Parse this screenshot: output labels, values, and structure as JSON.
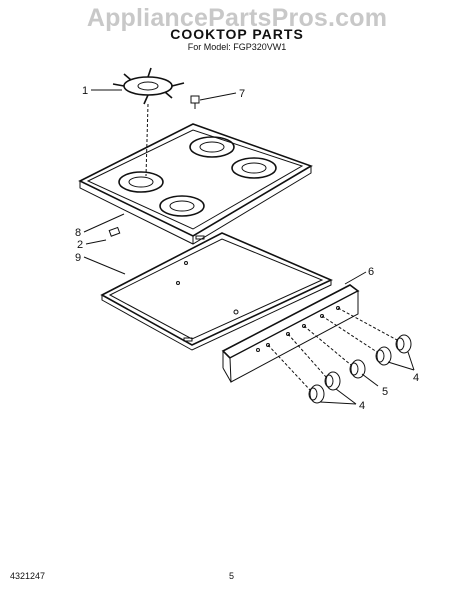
{
  "watermark": "AppliancePartsPros.com",
  "title": "COOKTOP PARTS",
  "model": "For Model: FGP320VW1",
  "callouts": {
    "c1": "1",
    "c7": "7",
    "c8": "8",
    "c2": "2",
    "c9": "9",
    "c6": "6",
    "c4a": "4",
    "c5": "5",
    "c4b": "4"
  },
  "footer": {
    "doc_number": "4321247",
    "page_number": "5"
  }
}
